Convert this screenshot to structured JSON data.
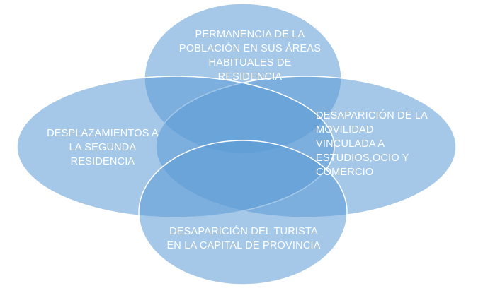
{
  "colors": {
    "ellipse_fill": "#5B9BD5",
    "ellipse_stroke": "#ffffff",
    "text": "#ffffff",
    "background": "#ffffff"
  },
  "ellipses": [
    {
      "id": "top",
      "lines": [
        "PERMANENCIA DE LA",
        "POBLACIÓN EN SUS ÁREAS",
        "HABITUALES DE",
        "RESIDENCIA"
      ]
    },
    {
      "id": "left",
      "lines": [
        "DESPLAZAMIENTOS A",
        "LA SEGUNDA",
        "RESIDENCIA"
      ]
    },
    {
      "id": "right",
      "lines": [
        "DESAPARICIÓN DE LA",
        "MOVILIDAD",
        "VINCULADA A",
        "ESTUDIOS,OCIO Y",
        "COMERCIO"
      ]
    },
    {
      "id": "bottom",
      "lines": [
        "DESAPARICIÓN DEL TURISTA",
        "EN LA CAPITAL DE PROVINCIA"
      ]
    }
  ]
}
